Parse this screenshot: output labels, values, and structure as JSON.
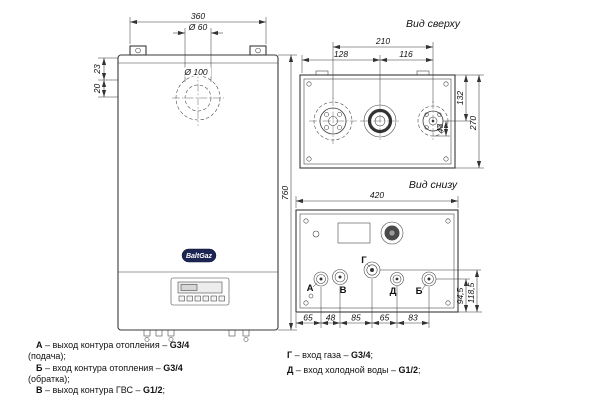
{
  "front_view": {
    "brand": "BaltGaz",
    "dims": {
      "width": "360",
      "flue_inner": "Ø 60",
      "flue_outer": "Ø 100",
      "bracket_offset_1": "23",
      "bracket_offset_2": "20",
      "height": "760"
    }
  },
  "top_view": {
    "title": "Вид сверху",
    "dims": {
      "flange_span": "210",
      "left_to_flue": "128",
      "flue_to_flange": "116",
      "depth_to_axis": "132",
      "depth": "270",
      "flange_offset": "43"
    }
  },
  "bottom_view": {
    "title": "Вид снизу",
    "dims": {
      "width": "420",
      "chain": [
        "65",
        "48",
        "85",
        "65",
        "83"
      ],
      "depth_row_main": "94,5",
      "depth_row_gas": "118,5"
    },
    "ports": [
      "А",
      "В",
      "Г",
      "Д",
      "Б"
    ]
  },
  "legend": {
    "items": [
      {
        "key": "А",
        "mid": " – выход контура отопления – ",
        "size": "G3/4",
        "tail": "",
        "line2": "(подача);"
      },
      {
        "key": "Б",
        "mid": " – вход контура отопления – ",
        "size": "G3/4",
        "tail": "",
        "line2": "(обратка);"
      },
      {
        "key": "В",
        "mid": " – выход контура ГВС – ",
        "size": "G1/2",
        "tail": ";"
      },
      {
        "key": "Г",
        "mid": " – вход газа – ",
        "size": "G3/4",
        "tail": ";"
      },
      {
        "key": "Д",
        "mid": " – вход холодной воды – ",
        "size": "G1/2",
        "tail": ";"
      }
    ]
  },
  "colors": {
    "line": "#3a3a3a",
    "badge": "#1c2653"
  }
}
